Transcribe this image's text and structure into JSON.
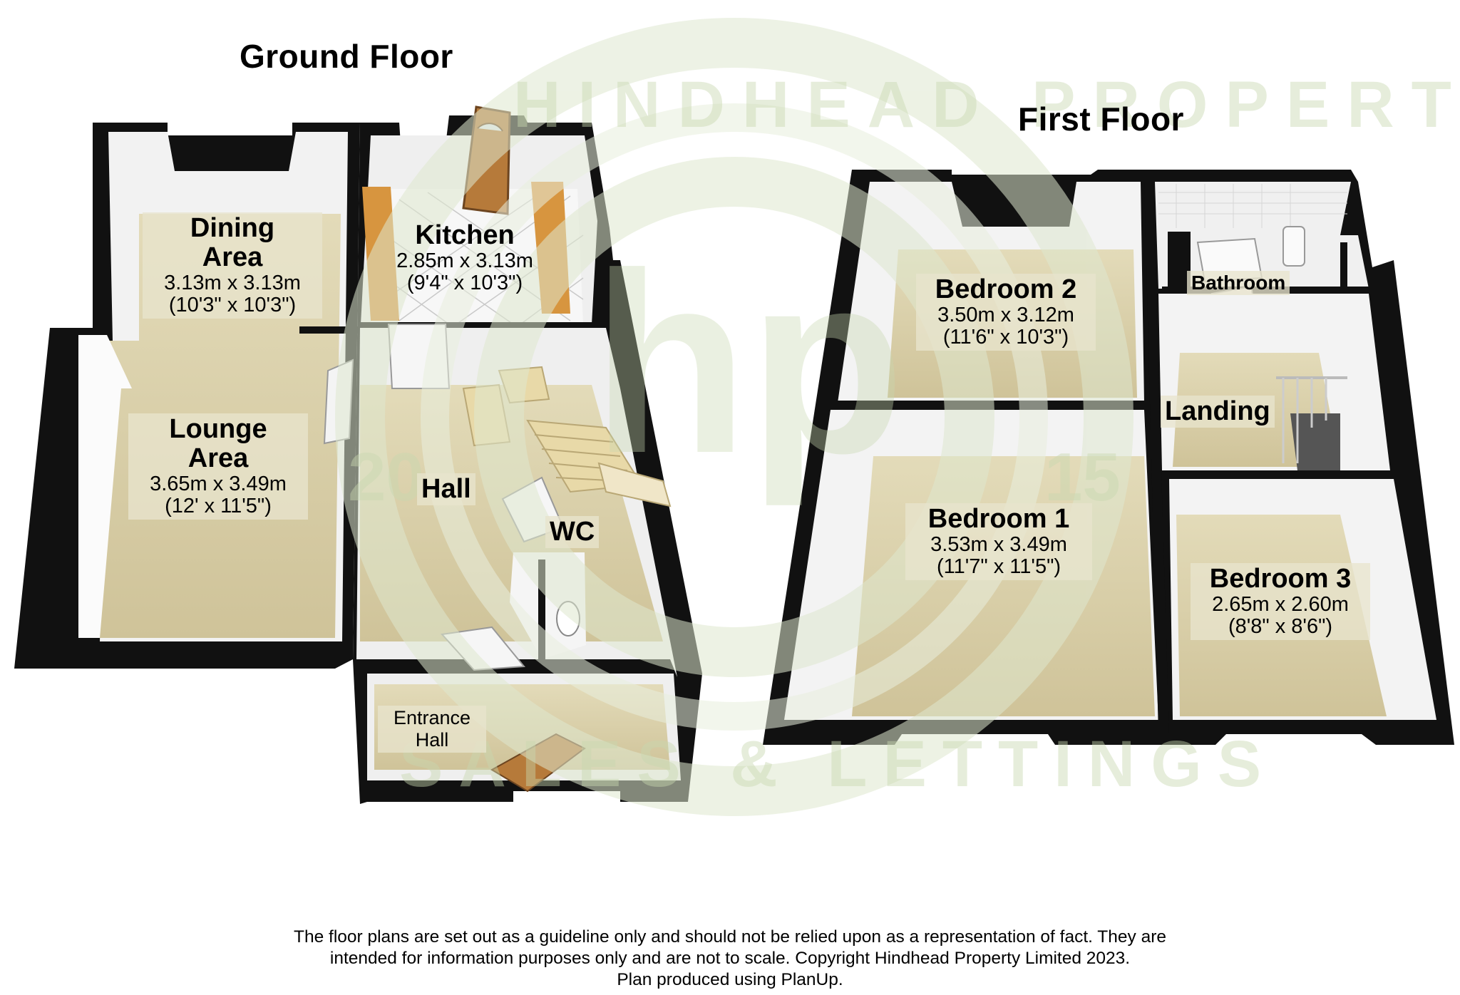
{
  "ground_floor": {
    "title": "Ground Floor",
    "rooms": [
      {
        "name": "Dining\nArea",
        "dim_m": "3.13m x 3.13m",
        "dim_ft": "(10'3\" x 10'3\")"
      },
      {
        "name": "Lounge\nArea",
        "dim_m": "3.65m x 3.49m",
        "dim_ft": "(12' x 11'5\")"
      },
      {
        "name": "Kitchen",
        "dim_m": "2.85m x 3.13m",
        "dim_ft": "(9'4\" x 10'3\")"
      },
      {
        "name": "Hall"
      },
      {
        "name": "WC"
      },
      {
        "name": "Entrance\nHall"
      }
    ]
  },
  "first_floor": {
    "title": "First Floor",
    "rooms": [
      {
        "name": "Bedroom 2",
        "dim_m": "3.50m x 3.12m",
        "dim_ft": "(11'6\" x 10'3\")"
      },
      {
        "name": "Bathroom"
      },
      {
        "name": "Landing"
      },
      {
        "name": "Bedroom 1",
        "dim_m": "3.53m x 3.49m",
        "dim_ft": "(11'7\" x 11'5\")"
      },
      {
        "name": "Bedroom 3",
        "dim_m": "2.65m x 2.60m",
        "dim_ft": "(8'8\" x 8'6\")"
      }
    ]
  },
  "watermark": {
    "text_top": "HINDHEAD PROPERTY",
    "text_bottom": "SALES & LETTINGS",
    "year_left": "20",
    "year_right": "15",
    "monogram": "hp"
  },
  "disclaimer": {
    "line1": "The floor plans are set out as a guideline only and should not be relied upon as a representation of fact. They are",
    "line2": "intended for information purposes only and are not to scale. Copyright Hindhead Property Limited 2023.",
    "line3": "Plan produced using PlanUp."
  },
  "colors": {
    "wall": "#111111",
    "floor_carpet": "#d9d0ab",
    "floor_light": "#e6dfc0",
    "wall_inner": "#f3f3f3",
    "worktop": "#d7953f",
    "watermark": "#dfe8cf"
  }
}
